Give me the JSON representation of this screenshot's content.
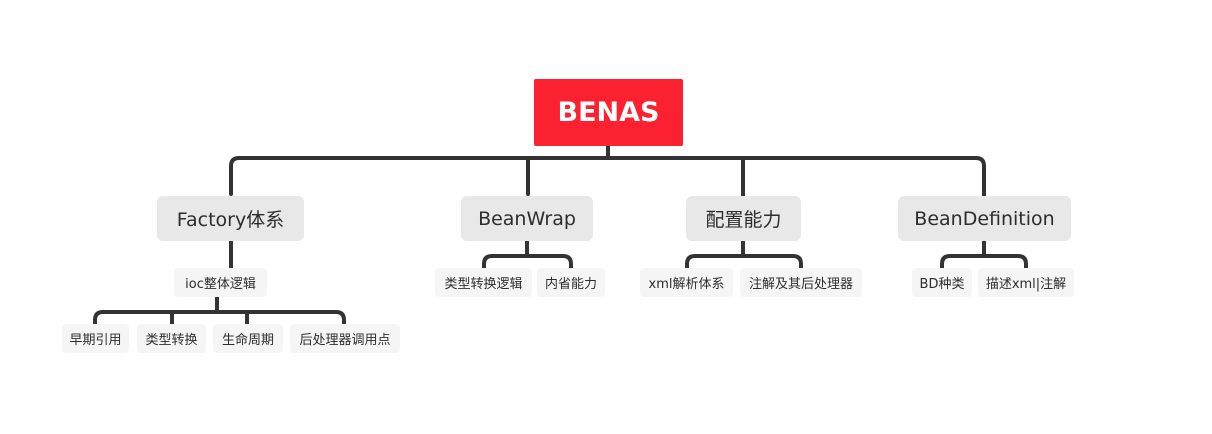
{
  "root": {
    "label": "BENAS",
    "color": "#fc2130"
  },
  "branches": [
    {
      "label": "Factory体系",
      "children": [
        {
          "label": "ioc整体逻辑",
          "children": [
            {
              "label": "早期引用"
            },
            {
              "label": "类型转换"
            },
            {
              "label": "生命周期"
            },
            {
              "label": "后处理器调用点"
            }
          ]
        }
      ]
    },
    {
      "label": "BeanWrap",
      "children": [
        {
          "label": "类型转换逻辑"
        },
        {
          "label": "内省能力"
        }
      ]
    },
    {
      "label": "配置能力",
      "children": [
        {
          "label": "xml解析体系"
        },
        {
          "label": "注解及其后处理器"
        }
      ]
    },
    {
      "label": "BeanDefinition",
      "children": [
        {
          "label": "BD种类"
        },
        {
          "label": "描述xml|注解"
        }
      ]
    }
  ]
}
